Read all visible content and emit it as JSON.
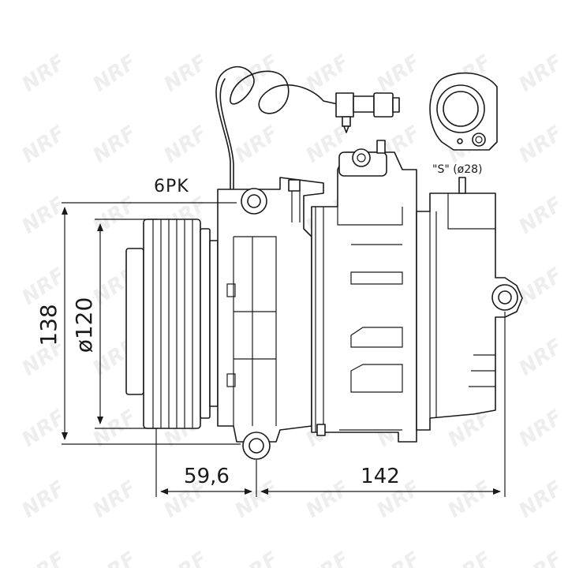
{
  "brand_watermark": "NRF",
  "labels": {
    "belt": "6PK",
    "port": "\"S\" (ø28)",
    "height": "138",
    "pulley_diameter": "ø120",
    "clutch_offset": "59,6",
    "length": "142"
  }
}
